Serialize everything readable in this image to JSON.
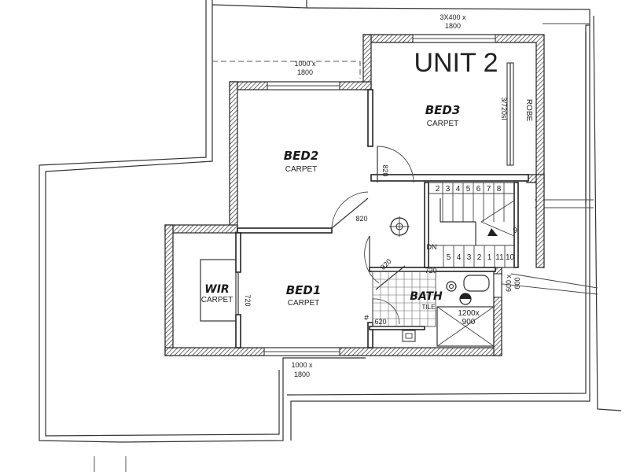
{
  "title": "UNIT 2",
  "rooms": {
    "bed1": {
      "name": "BED1",
      "finish": "CARPET"
    },
    "bed2": {
      "name": "BED2",
      "finish": "CARPET"
    },
    "bed3": {
      "name": "BED3",
      "finish": "CARPET"
    },
    "wir": {
      "name": "WIR",
      "finish": "CARPET"
    },
    "bath": {
      "name": "BATH",
      "finish": "TILE"
    },
    "robe": {
      "name": "ROBE"
    }
  },
  "windows": {
    "top": {
      "line1": "3X400 x",
      "line2": "1800"
    },
    "bed2_top": {
      "line1": "1000 x",
      "line2": "1800"
    },
    "bed1_bottom": {
      "line1": "1000 x",
      "line2": "1800"
    },
    "bath_side": {
      "line1": "600 x",
      "line2": "600"
    }
  },
  "doors": {
    "bed3": "820",
    "bed2": "820",
    "bed1": "820",
    "bath": "720",
    "wir": "720",
    "linen": "620",
    "robe": "3/720sl"
  },
  "shower": {
    "line1": "1200x",
    "line2": "900"
  },
  "stair": {
    "down_label": "DN",
    "upper_steps": [
      "2",
      "3",
      "4",
      "5",
      "6",
      "7",
      "8"
    ],
    "right_steps": [
      "9"
    ],
    "lower_steps": [
      "10",
      "11",
      "1",
      "2",
      "3",
      "4",
      "5"
    ]
  },
  "misc": {
    "hash_mark": "#"
  }
}
